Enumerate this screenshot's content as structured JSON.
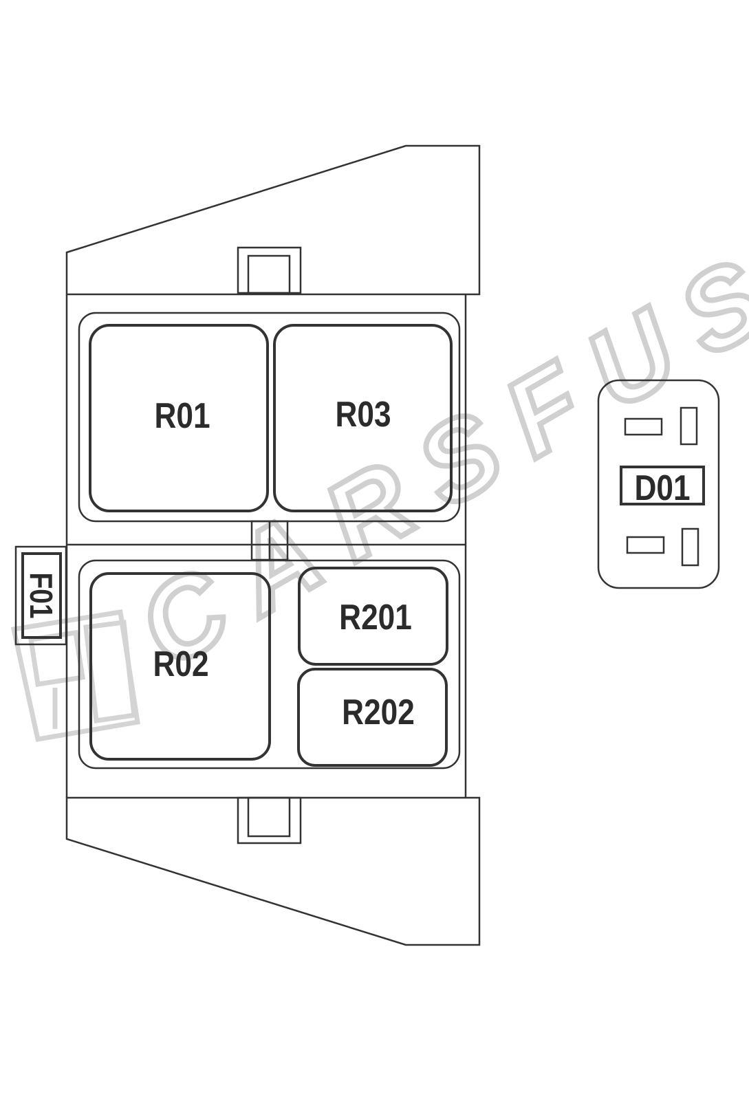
{
  "diagram": {
    "relays": {
      "r01": "R01",
      "r03": "R03",
      "r02": "R02",
      "r201": "R201",
      "r202": "R202"
    },
    "fuse": "F01",
    "diode": "D01"
  },
  "watermark": "CARSFUSE",
  "colors": {
    "line": "#333333",
    "watermark": "#d0d0d0",
    "background": "#ffffff"
  }
}
